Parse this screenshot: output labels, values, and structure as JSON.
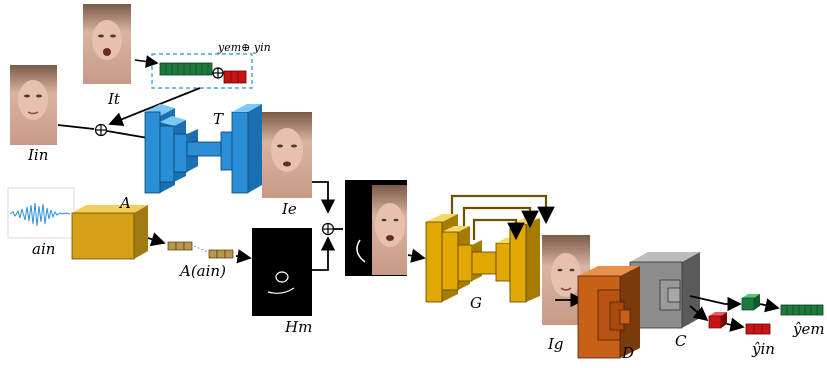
{
  "labels": {
    "i_in": "Iin",
    "i_t": "It",
    "t": "T",
    "i_e": "Ie",
    "y_concat": "yem⊕ yin",
    "a": "A",
    "a_in": "ain",
    "a_of_ain": "A(ain)",
    "h_m": "Hm",
    "g": "G",
    "i_g": "Ig",
    "d": "D",
    "c": "C",
    "y_in_hat": "ŷin",
    "y_em_hat": "ŷem"
  },
  "symbols": {
    "concat": "⊕"
  },
  "colors": {
    "encoder_blue": "#2a8fd6",
    "audio_gold": "#d4a017",
    "generator_gold": "#e0a800",
    "discriminator_orange": "#c8601a",
    "classifier_gray": "#8c8c8c",
    "emotion_green": "#1e7a3c",
    "identity_red": "#c81414",
    "dashed_box": "#4aa6d8"
  },
  "images": {
    "face_icon": "face-photo",
    "heatmap_icon": "motion-heatmap",
    "waveform_icon": "audio-waveform"
  }
}
